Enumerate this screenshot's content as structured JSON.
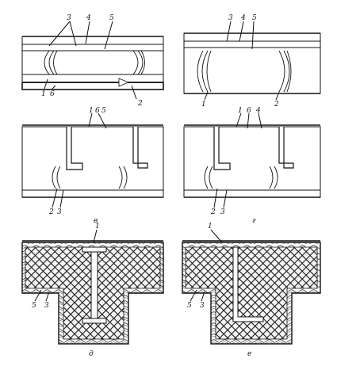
{
  "panels": [
    {
      "id": "a",
      "labels": {
        "n3": "3",
        "n4": "4",
        "n5": "5",
        "n1": "1",
        "n6": "6",
        "n2": "2"
      }
    },
    {
      "id": "b",
      "labels": {
        "n3": "3",
        "n4": "4",
        "n5": "5",
        "n1": "1",
        "n2": "2"
      }
    },
    {
      "id": "c",
      "labels": {
        "n1": "1",
        "n6": "6",
        "n5": "5",
        "n2": "2",
        "n3": "3",
        "letter": "в"
      }
    },
    {
      "id": "d",
      "labels": {
        "n1": "1",
        "n6": "6",
        "n4": "4",
        "n2": "2",
        "n3": "3",
        "letter": "г"
      }
    },
    {
      "id": "e",
      "labels": {
        "n1": "1",
        "n5": "5",
        "n3": "3",
        "letter": "д"
      }
    },
    {
      "id": "f",
      "labels": {
        "n1": "1",
        "n5": "5",
        "n3": "3",
        "letter": "е"
      }
    }
  ]
}
